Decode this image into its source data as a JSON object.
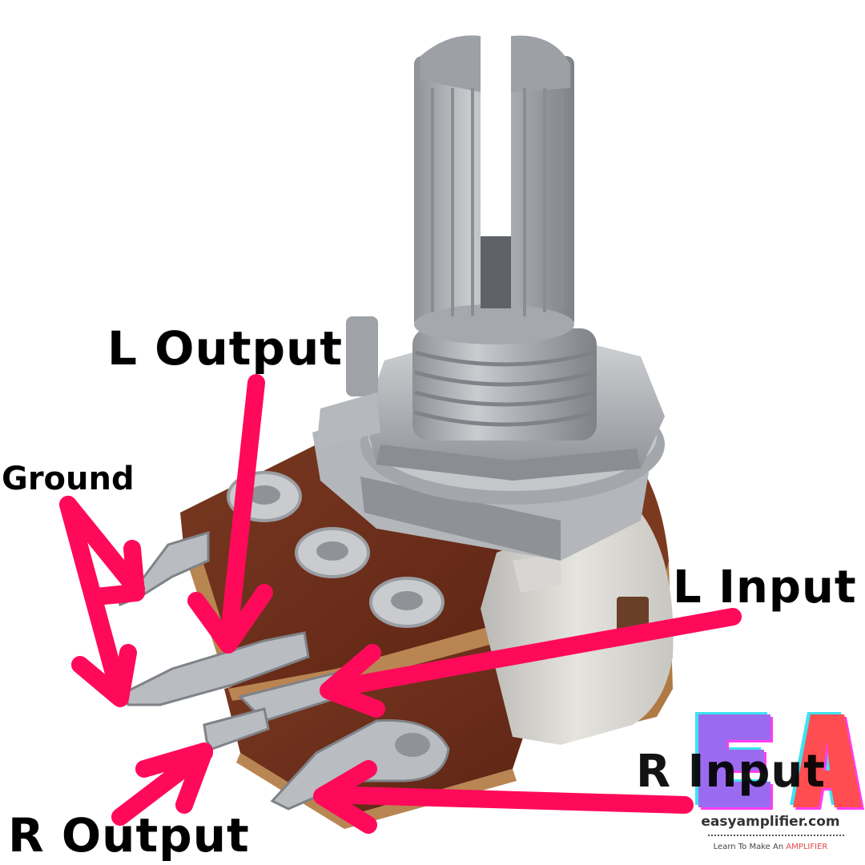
{
  "diagram": {
    "subject": "Dual-gang potentiometer pinout",
    "labels": {
      "l_output": "L Output",
      "ground": "Ground",
      "l_input": "L Input",
      "r_input": "R Input",
      "r_output": "R Output"
    },
    "arrow_color": "#ff0a5a",
    "label_color": "#000000"
  },
  "logo": {
    "letters": "EA",
    "letter_e_color": "#9b6bef",
    "letter_a_color": "#ff4d52",
    "shadow_cyan": "#3fe3f0",
    "shadow_magenta": "#ff3df0",
    "site": "easyamplifier.com",
    "tagline_prefix": "Learn To Make An ",
    "tagline_accent": "AMPLIFIER",
    "tagline_accent_color": "#e0484a"
  }
}
